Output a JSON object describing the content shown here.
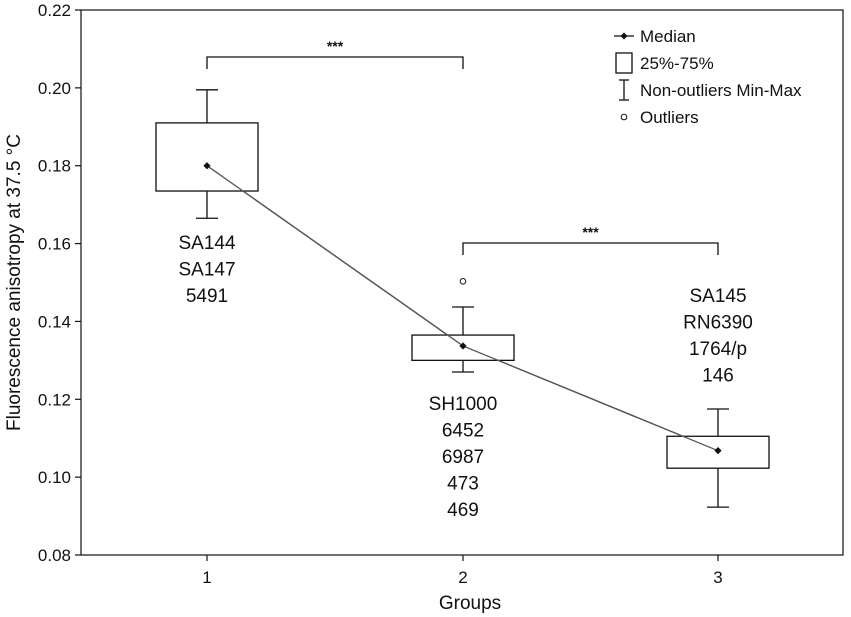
{
  "chart_data": {
    "type": "box",
    "xlabel": "Groups",
    "ylabel": "Fluorescence anisotropy at 37.5 °C",
    "ylim": [
      0.08,
      0.22
    ],
    "yticks": [
      "0.08",
      "0.10",
      "0.12",
      "0.14",
      "0.16",
      "0.18",
      "0.20",
      "0.22"
    ],
    "categories": [
      "1",
      "2",
      "3"
    ],
    "boxes": [
      {
        "group": "1",
        "median": 0.18,
        "q1": 0.1735,
        "q3": 0.191,
        "min": 0.1665,
        "max": 0.1995,
        "outliers": []
      },
      {
        "group": "2",
        "median": 0.1337,
        "q1": 0.13,
        "q3": 0.1365,
        "min": 0.127,
        "max": 0.1437,
        "outliers": [
          0.1503
        ]
      },
      {
        "group": "3",
        "median": 0.1068,
        "q1": 0.1023,
        "q3": 0.1105,
        "min": 0.0923,
        "max": 0.1175,
        "outliers": []
      }
    ],
    "group_labels": [
      {
        "group": "1",
        "lines": [
          "SA144",
          "SA147",
          "5491"
        ]
      },
      {
        "group": "2",
        "lines": [
          "SH1000",
          "6452",
          "6987",
          "473",
          "469"
        ]
      },
      {
        "group": "3",
        "lines": [
          "SA145",
          "RN6390",
          "1764/p",
          "146"
        ]
      }
    ],
    "significance": [
      {
        "from": "1",
        "to": "2",
        "label": "***"
      },
      {
        "from": "2",
        "to": "3",
        "label": "***"
      }
    ],
    "legend": {
      "position": "top-right",
      "items": [
        {
          "symbol": "median",
          "label": "Median"
        },
        {
          "symbol": "box",
          "label": "25%-75%"
        },
        {
          "symbol": "whisker",
          "label": "Non-outliers Min-Max"
        },
        {
          "symbol": "outlier",
          "label": "Outliers"
        }
      ]
    },
    "grid": false
  }
}
